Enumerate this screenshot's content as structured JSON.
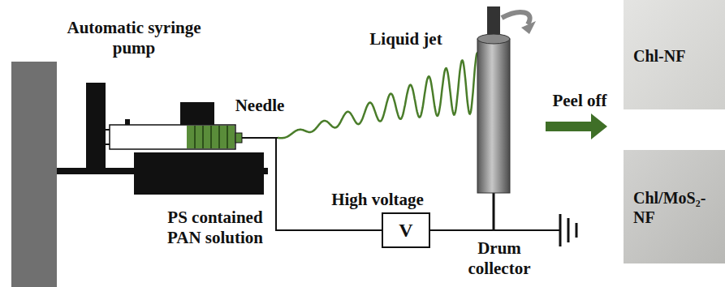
{
  "diagram": {
    "nodes": [
      {
        "text": [
          "V"
        ]
      },
      {
        "text": [
          "Chl-NF"
        ]
      },
      {
        "text": [
          "Chl/MoS₂-NF"
        ]
      }
    ],
    "labels": [
      "Automatic syringe pump",
      "Needle",
      "Liquid jet",
      "PS contained PAN solution",
      "High voltage",
      "Drum collector",
      "Peel off"
    ]
  }
}
